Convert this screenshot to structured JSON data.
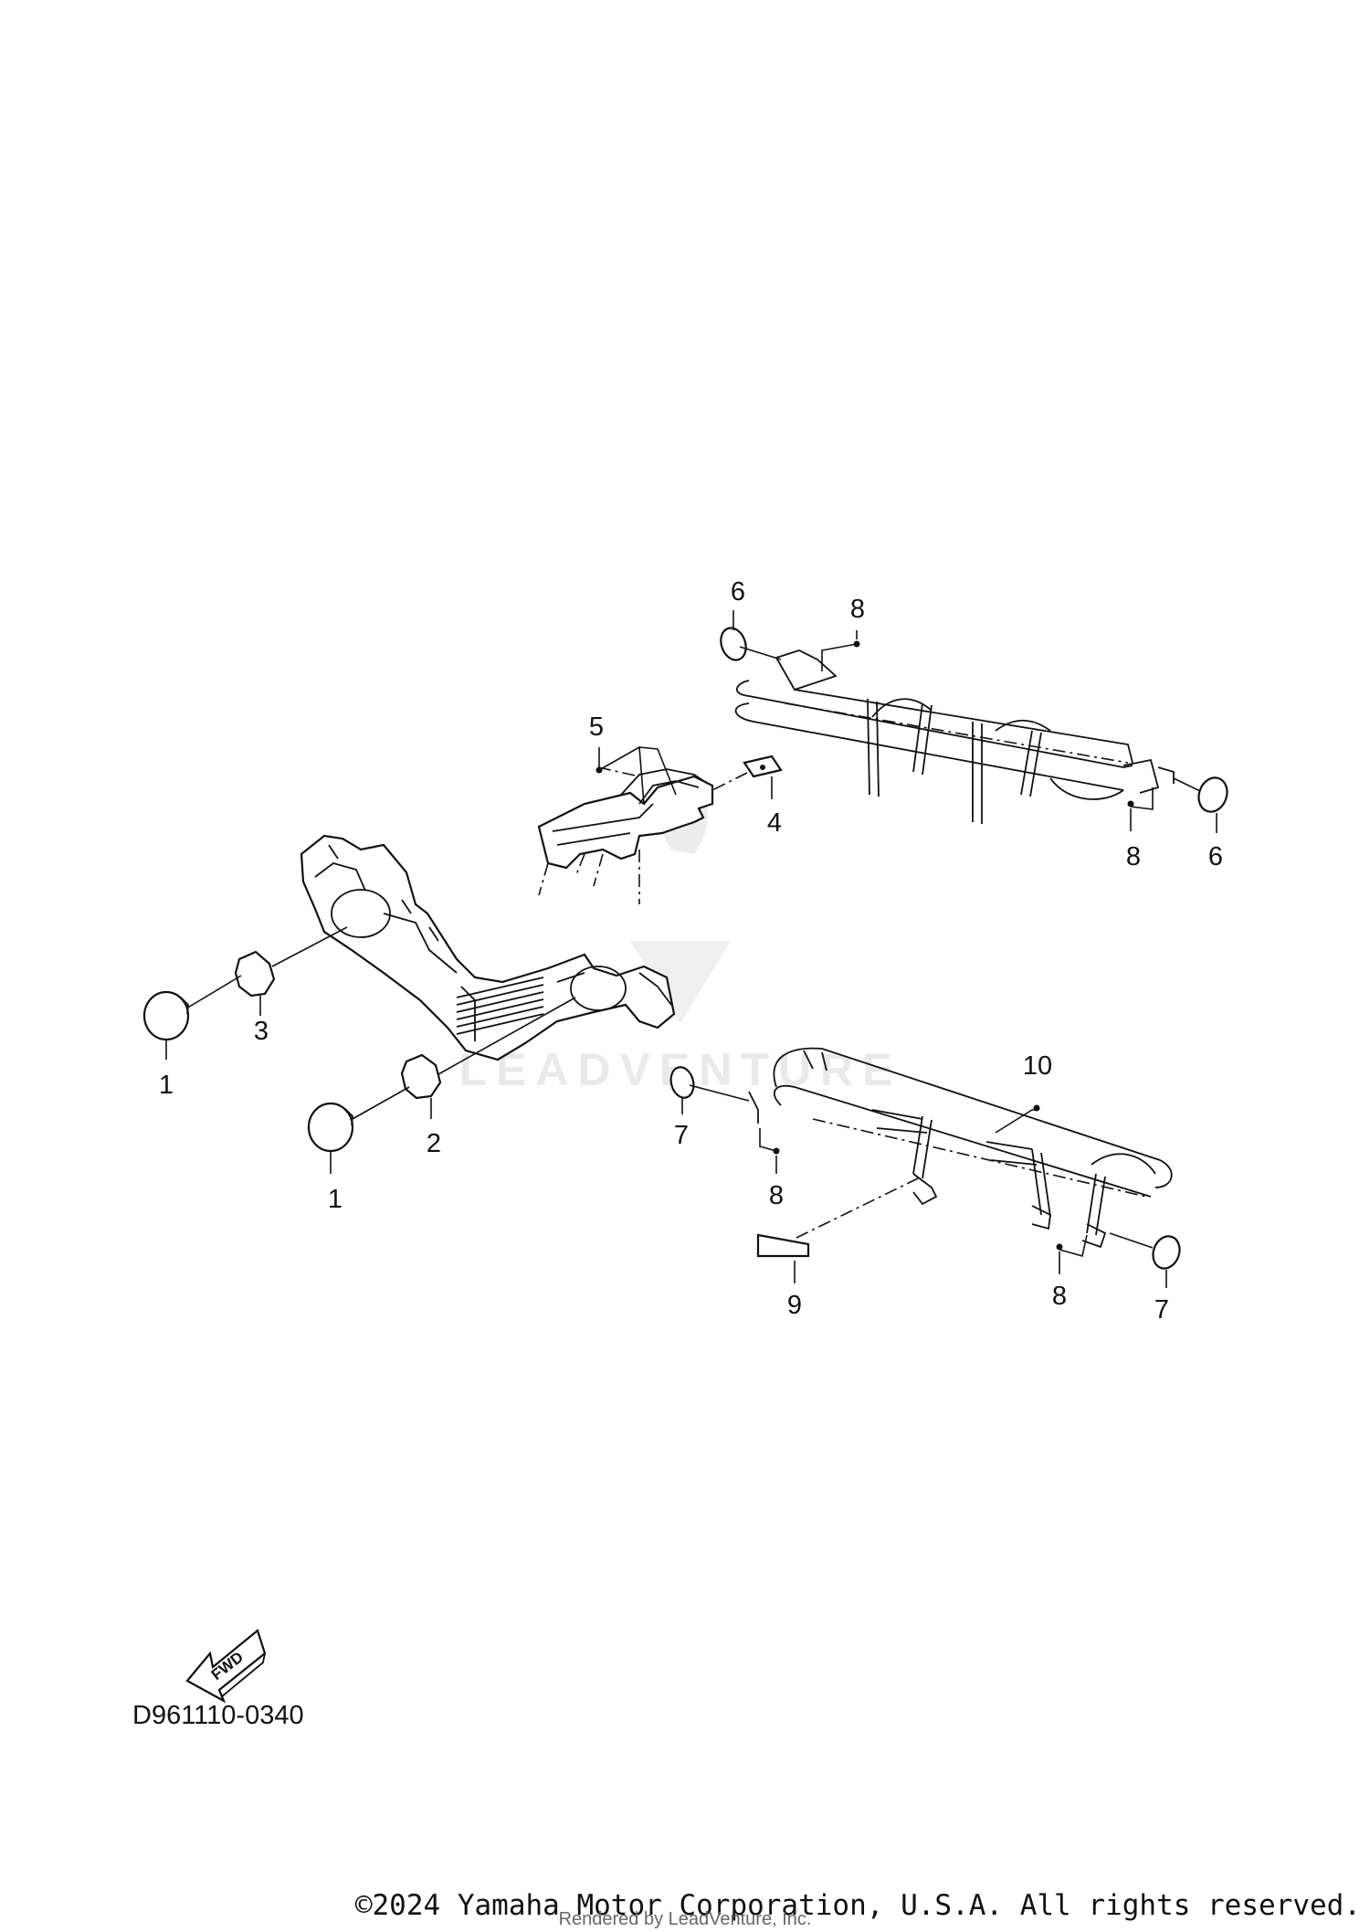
{
  "diagram": {
    "callouts": [
      {
        "id": "c1a",
        "text": "1"
      },
      {
        "id": "c1b",
        "text": "1"
      },
      {
        "id": "c2",
        "text": "2"
      },
      {
        "id": "c3",
        "text": "3"
      },
      {
        "id": "c4",
        "text": "4"
      },
      {
        "id": "c5",
        "text": "5"
      },
      {
        "id": "c6a",
        "text": "6"
      },
      {
        "id": "c6b",
        "text": "6"
      },
      {
        "id": "c7a",
        "text": "7"
      },
      {
        "id": "c7b",
        "text": "7"
      },
      {
        "id": "c8a",
        "text": "8"
      },
      {
        "id": "c8b",
        "text": "8"
      },
      {
        "id": "c8c",
        "text": "8"
      },
      {
        "id": "c8d",
        "text": "8"
      },
      {
        "id": "c9",
        "text": "9"
      },
      {
        "id": "c10",
        "text": "10"
      }
    ],
    "direction_badge": "FWD",
    "diagram_code": "D961110-0340",
    "watermark": "LEADVENTURE"
  },
  "footer": {
    "copyright": "©2024 Yamaha Motor Corporation, U.S.A. All rights reserved.",
    "rendered_by": "Rendered by LeadVenture, Inc."
  }
}
